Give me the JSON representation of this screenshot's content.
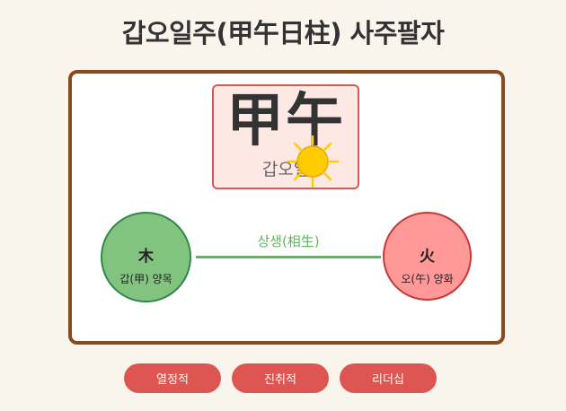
{
  "title": "갑오일주(甲午日柱) 사주팔자",
  "day_pillar": {
    "hanja": "甲午",
    "korean": "갑오일"
  },
  "elements": {
    "wood": {
      "char": "木",
      "desc": "갑(甲) 양목"
    },
    "fire": {
      "char": "火",
      "desc": "오(午) 양화"
    }
  },
  "relation": {
    "label": "상생(相生)"
  },
  "traits": [
    "열정적",
    "진취적",
    "리더십"
  ],
  "colors": {
    "frame": "#8b4a1c",
    "wood_fill": "#82c37f",
    "fire_fill": "#ff9896",
    "relation": "#5cb85c",
    "tag": "#dd5652",
    "sun": "#ffcc00"
  },
  "icons": {
    "sun": "sun-icon"
  }
}
